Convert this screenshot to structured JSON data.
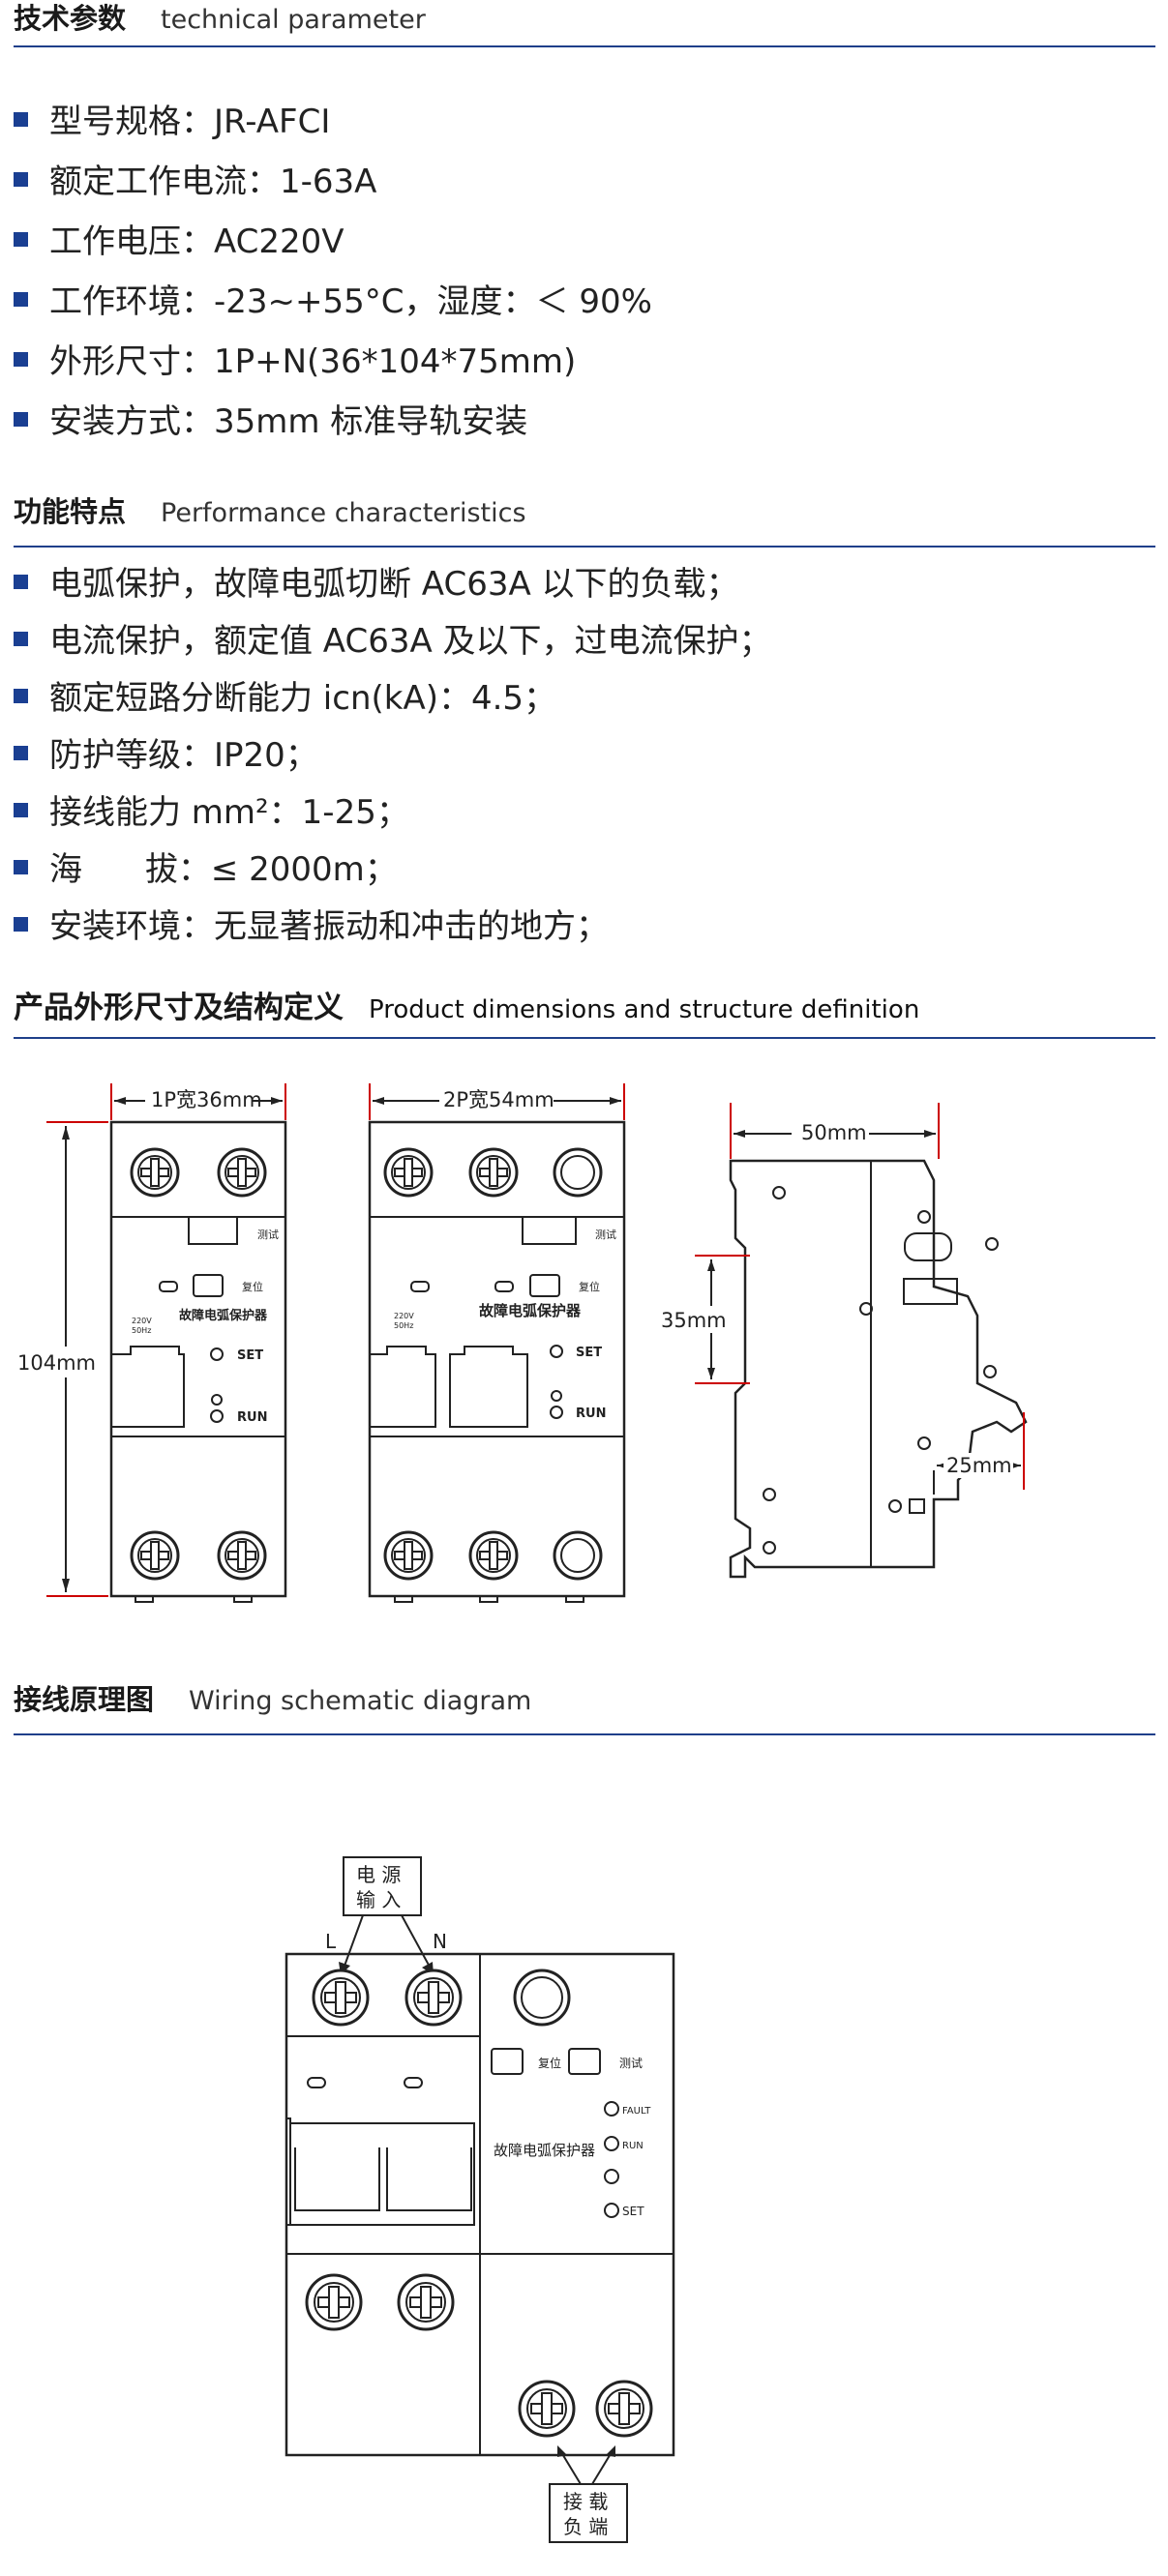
{
  "tech": {
    "title_zh": "技术参数",
    "title_en": "technical parameter",
    "items": [
      "型号规格：JR-AFCI",
      "额定工作电流：1-63A",
      "工作电压：AC220V",
      "工作环境：-23~+55°C，湿度：＜ 90%",
      "外形尺寸：1P+N(36*104*75mm)",
      "安装方式：35mm 标准导轨安装"
    ]
  },
  "perf": {
    "title_zh": "功能特点",
    "title_en": "Performance  characteristics",
    "items": [
      "电弧保护，故障电弧切断 AC63A 以下的负载；",
      "电流保护，额定值 AC63A 及以下，过电流保护；",
      "额定短路分断能力 icn(kA)：4.5；",
      "防护等级：IP20；",
      "接线能力 mm²：1-25；",
      "海      拔：≤ 2000m；",
      "安装环境：无显著振动和冲击的地方；"
    ]
  },
  "dims": {
    "title_zh": "产品外形尺寸及结构定义",
    "title_en": "Product dimensions and structure definition",
    "labels": {
      "w1p": "1P宽36mm",
      "w2p": "2P宽54mm",
      "h": "104mm",
      "depth": "50mm",
      "rail": "35mm",
      "d25": "25mm",
      "test": "测试",
      "reset": "复位",
      "brand": "故障电弧保护器",
      "volt": "220V",
      "freq": "50Hz",
      "set": "SET",
      "run": "RUN"
    }
  },
  "wiring": {
    "title_zh": "接线原理图",
    "title_en": "Wiring schematic diagram",
    "labels": {
      "src_l1": "电 源",
      "src_l2": "输 入",
      "L": "L",
      "N": "N",
      "reset": "复位",
      "test": "测试",
      "fault": "FAULT",
      "run": "RUN",
      "set": "SET",
      "brand": "故障电弧保护器",
      "load_l1": "接 载",
      "load_l2": "负 端"
    }
  }
}
